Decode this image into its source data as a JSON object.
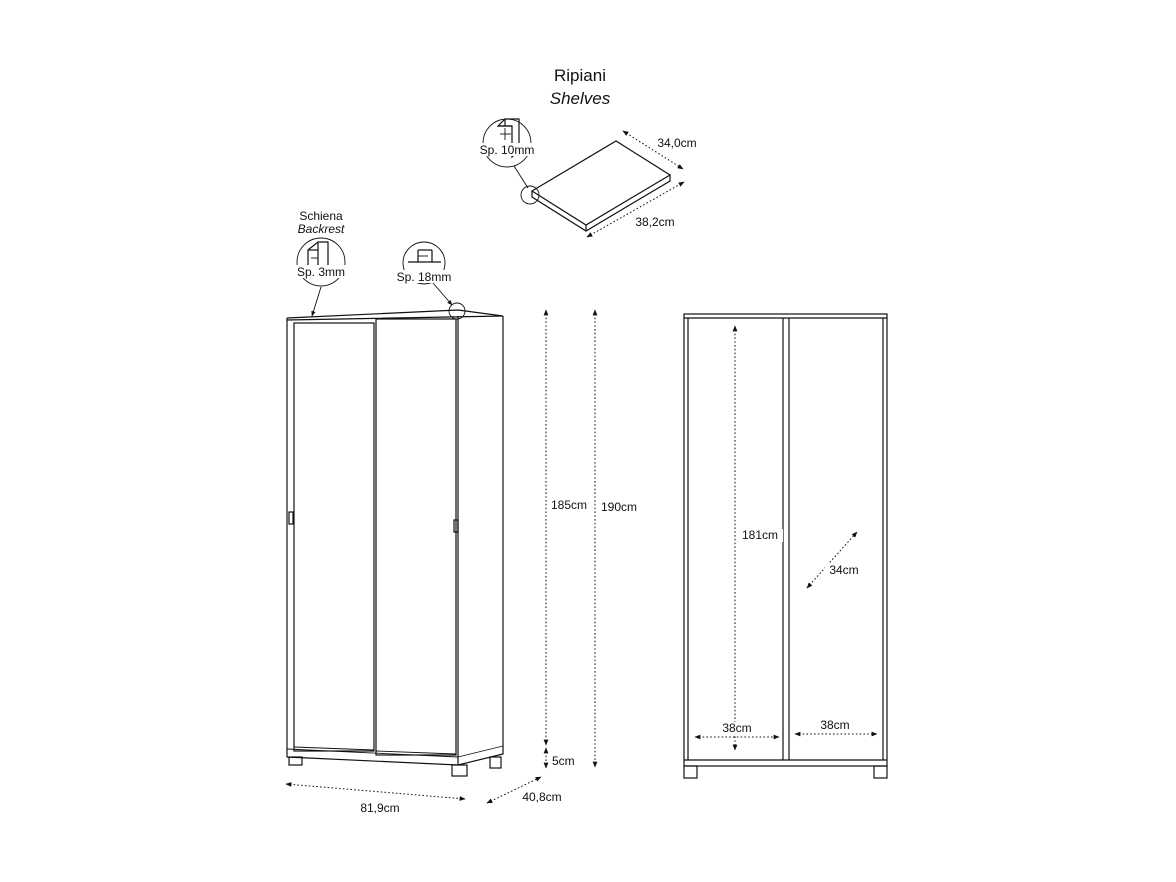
{
  "shelves": {
    "title": "Ripiani",
    "title_en": "Shelves",
    "thickness": "Sp. 10mm",
    "depth": "34,0cm",
    "width": "38,2cm"
  },
  "backrest": {
    "title": "Schiena",
    "title_en": "Backrest",
    "thickness": "Sp. 3mm"
  },
  "panel": {
    "thickness": "Sp. 18mm"
  },
  "dimensions": {
    "width": "81,9cm",
    "depth": "40,8cm",
    "inner_height": "185cm",
    "total_height": "190cm",
    "foot_height": "5cm",
    "interior_height": "181cm",
    "interior_depth": "34cm",
    "left_width": "38cm",
    "right_width": "38cm"
  }
}
